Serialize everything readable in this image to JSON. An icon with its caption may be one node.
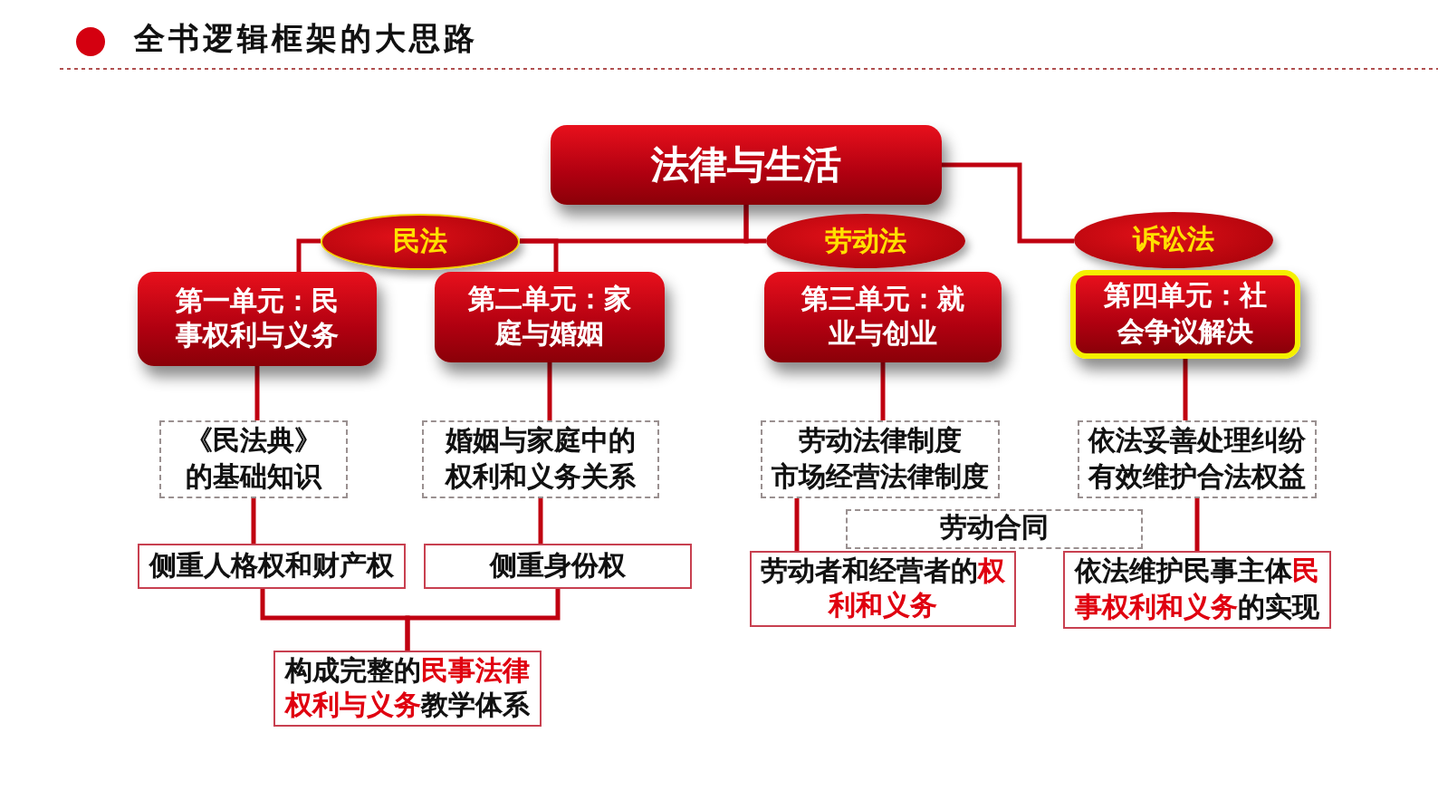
{
  "diagram": {
    "title": "全书逻辑框架的大思路",
    "nodes": [
      {
        "text": [
          "法律与生活"
        ]
      },
      {
        "text": [
          "民法"
        ]
      },
      {
        "text": [
          "劳动法"
        ]
      },
      {
        "text": [
          "诉讼法"
        ]
      },
      {
        "text": [
          "第一单元：民事权利与义务"
        ]
      },
      {
        "text": [
          "第二单元：家庭与婚姻"
        ]
      },
      {
        "text": [
          "第三单元：就业与创业"
        ]
      },
      {
        "text": [
          "第四单元：社会争议解决"
        ]
      },
      {
        "text": [
          "《民法典》的基础知识"
        ]
      },
      {
        "text": [
          "婚姻与家庭中的权利和义务关系"
        ]
      },
      {
        "text": [
          "劳动法律制度",
          "市场经营法律制度"
        ]
      },
      {
        "text": [
          "依法妥善处理纠纷",
          "有效维护合法权益"
        ]
      },
      {
        "text": [
          "侧重人格权和财产权"
        ]
      },
      {
        "text": [
          "侧重身份权"
        ]
      },
      {
        "text": [
          "构成完整的**民事法律权利与义务**教学体系"
        ]
      },
      {
        "text": [
          "劳动合同"
        ]
      },
      {
        "text": [
          "劳动者和经营者的**权利和义务**"
        ]
      },
      {
        "text": [
          "依法维护民事主体**民事权利和义务**的实现"
        ]
      }
    ],
    "edges": [
      {
        "from": 0,
        "to": 1,
        "arrow": "none"
      },
      {
        "from": 0,
        "to": 2,
        "arrow": "none"
      },
      {
        "from": 0,
        "to": 3,
        "arrow": "none"
      },
      {
        "from": 1,
        "to": 4,
        "arrow": "none"
      },
      {
        "from": 1,
        "to": 5,
        "arrow": "none"
      },
      {
        "from": 4,
        "to": 8,
        "arrow": "none"
      },
      {
        "from": 5,
        "to": 9,
        "arrow": "none"
      },
      {
        "from": 6,
        "to": 10,
        "arrow": "none"
      },
      {
        "from": 7,
        "to": 11,
        "arrow": "none"
      },
      {
        "from": 8,
        "to": 12,
        "arrow": "none"
      },
      {
        "from": 9,
        "to": 13,
        "arrow": "none"
      },
      {
        "from": 12,
        "to": 14,
        "arrow": "none"
      },
      {
        "from": 13,
        "to": 14,
        "arrow": "none"
      },
      {
        "from": 10,
        "to": 16,
        "arrow": "none"
      },
      {
        "from": 11,
        "to": 17,
        "arrow": "none"
      }
    ]
  }
}
